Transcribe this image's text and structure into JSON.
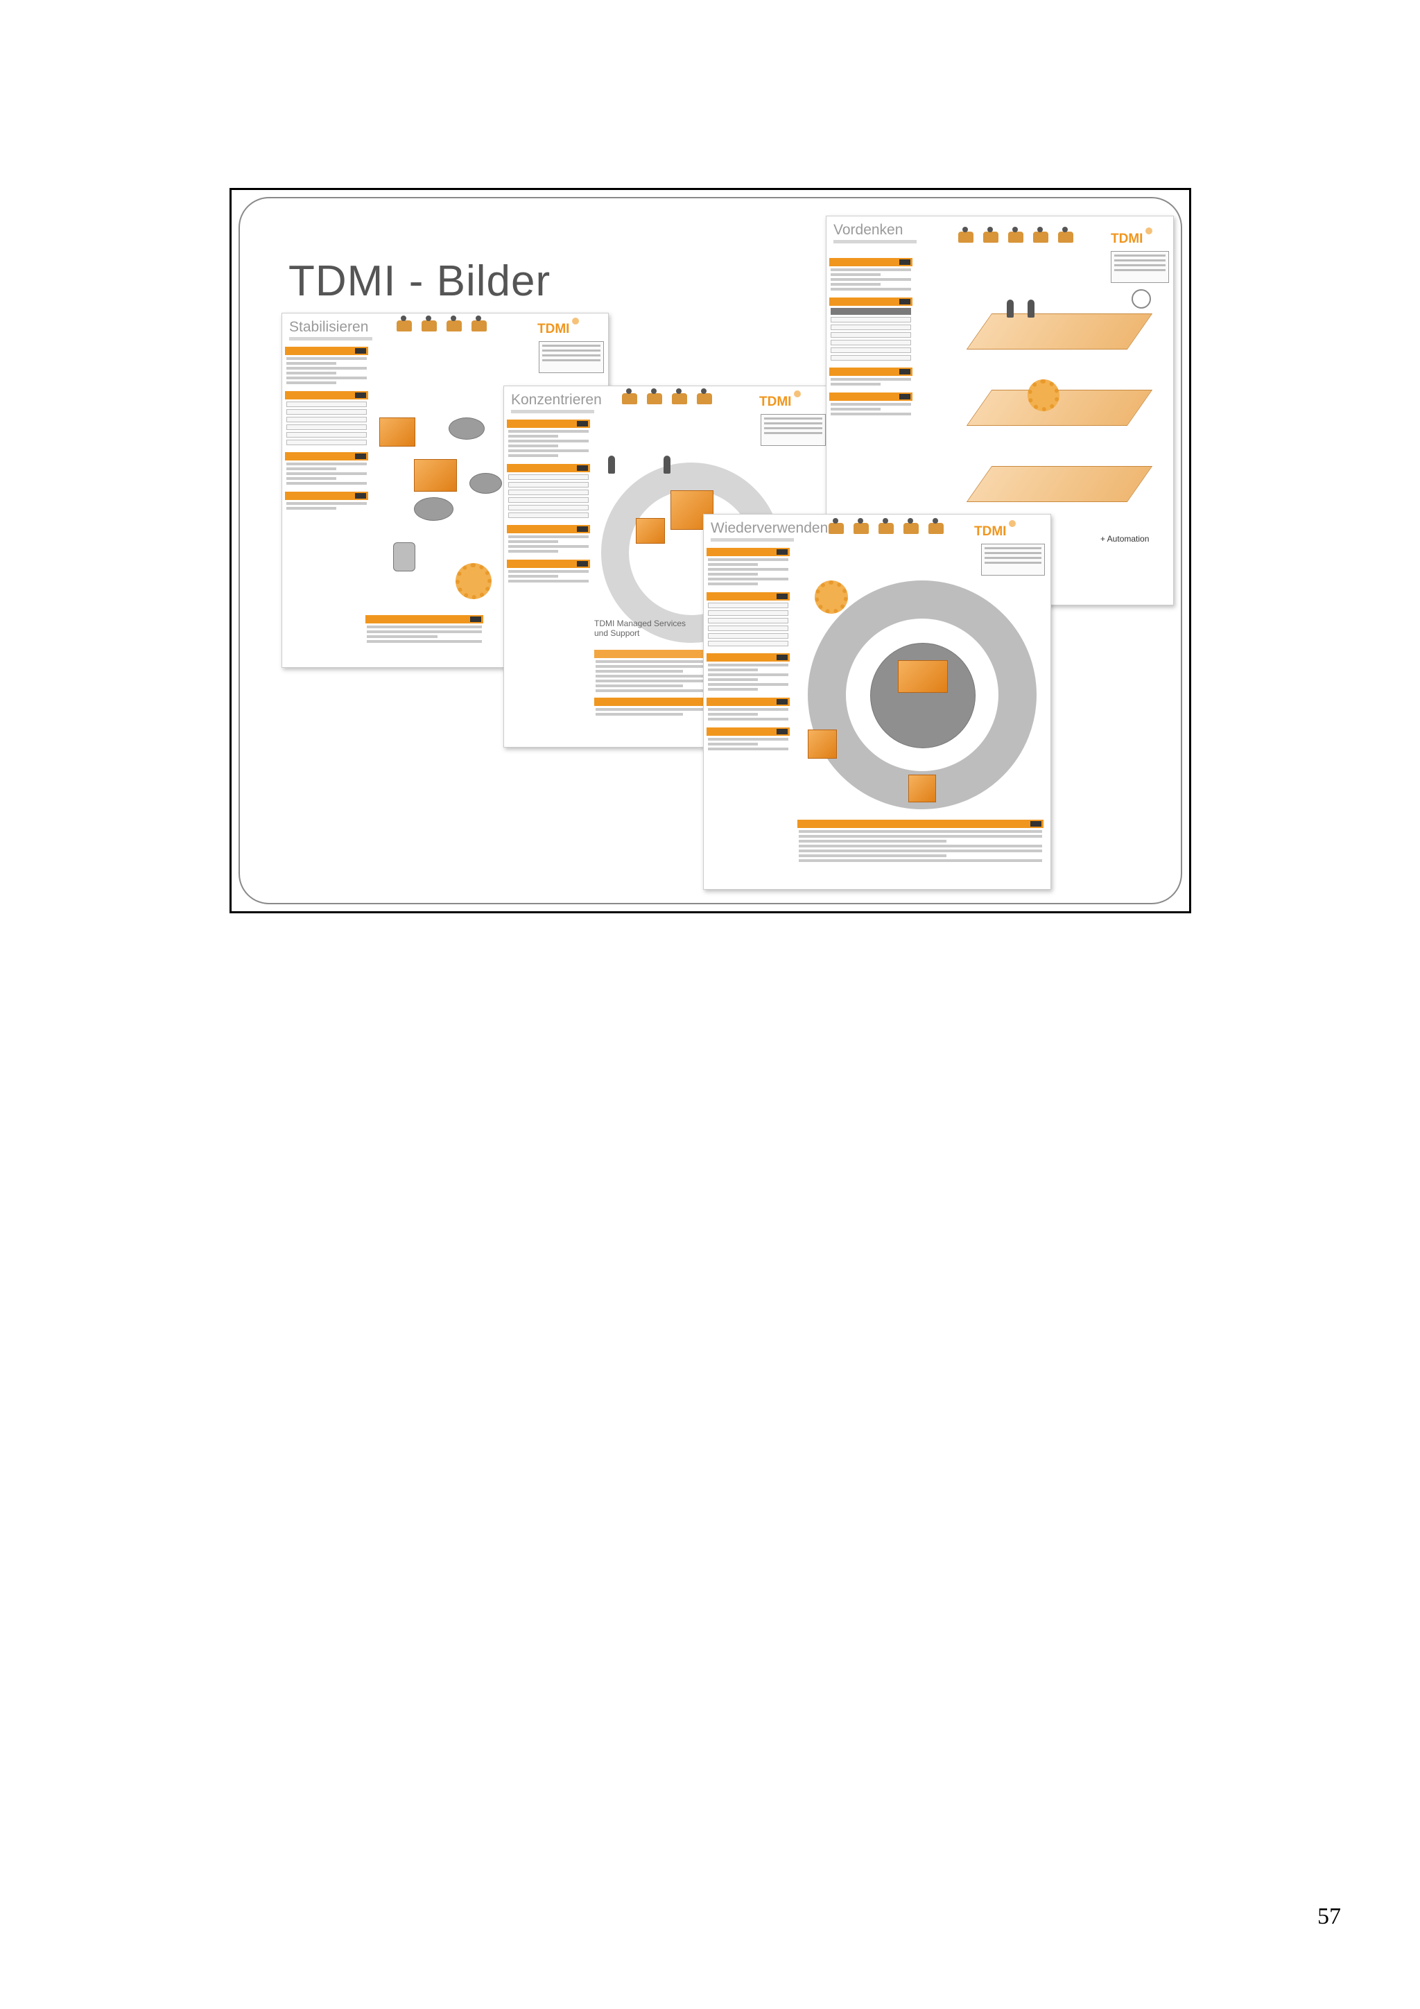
{
  "slide": {
    "title": "TDMI - Bilder",
    "posters": [
      {
        "title": "Stabilisieren",
        "logo": "TDMI"
      },
      {
        "title": "Konzentrieren",
        "logo": "TDMI"
      },
      {
        "title": "Vordenken",
        "logo": "TDMI"
      },
      {
        "title": "Wiederverwenden",
        "logo": "TDMI"
      }
    ],
    "labels": {
      "managed_services": "TDMI Managed Services und Support",
      "automation": "+ Automation"
    }
  },
  "page": {
    "number": "57"
  }
}
